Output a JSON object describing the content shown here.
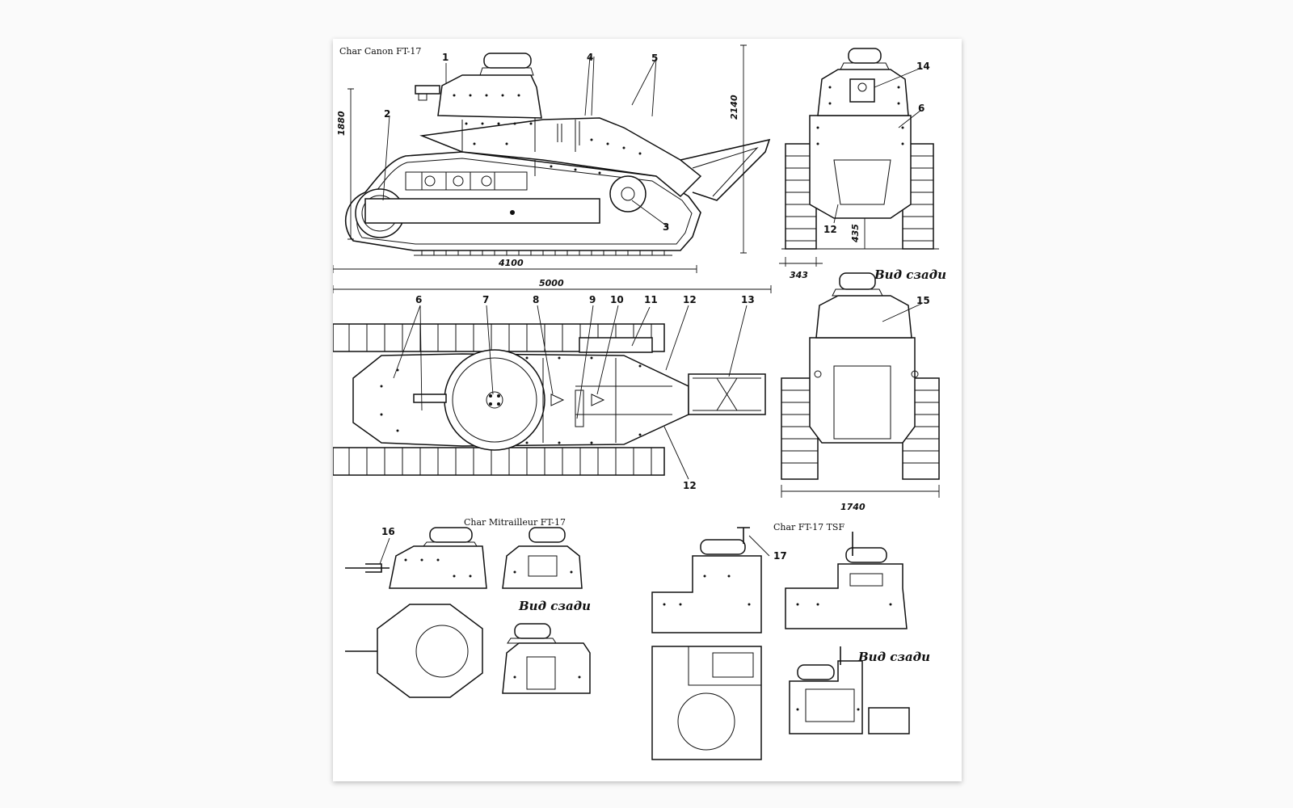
{
  "titles": {
    "main": "Char Canon FT-17",
    "mg": "Char Mitrailleur FT-17",
    "tsf": "Char FT-17 TSF"
  },
  "view_labels": {
    "rear_1": "Вид сзади",
    "rear_mg": "Вид сзади",
    "rear_tsf": "Вид сзади"
  },
  "dimensions": {
    "height_hull": "1880",
    "height_total": "2140",
    "length_hull": "4100",
    "length_total": "5000",
    "track_width": "343",
    "clearance": "435",
    "overall_width": "1740"
  },
  "callouts": {
    "c1": "1",
    "c2": "2",
    "c3": "3",
    "c4": "4",
    "c5": "5",
    "c6_top": "6",
    "c6_front": "6",
    "c7": "7",
    "c8": "8",
    "c9": "9",
    "c10": "10",
    "c11": "11",
    "c12_top_upper": "12",
    "c12_top_lower": "12",
    "c12_front": "12",
    "c13": "13",
    "c14": "14",
    "c15": "15",
    "c16": "16",
    "c17": "17"
  }
}
